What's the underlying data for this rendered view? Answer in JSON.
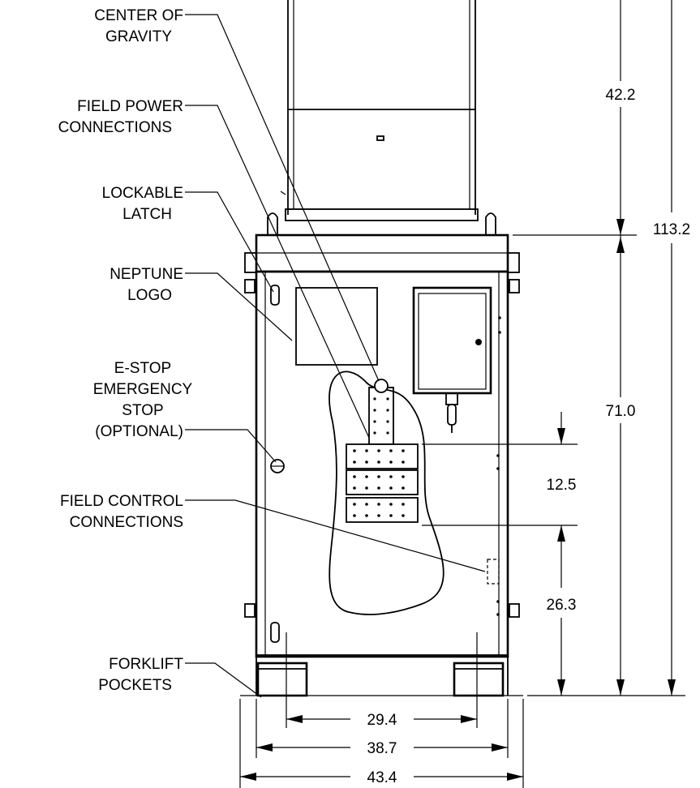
{
  "callouts": {
    "center_of_gravity": [
      "CENTER OF",
      "GRAVITY"
    ],
    "field_power": [
      "FIELD POWER",
      "CONNECTIONS"
    ],
    "lockable_latch": [
      "LOCKABLE",
      "LATCH"
    ],
    "neptune_logo": [
      "NEPTUNE",
      "LOGO"
    ],
    "estop": [
      "E-STOP",
      "EMERGENCY",
      "STOP",
      "(OPTIONAL)"
    ],
    "field_control": [
      "FIELD CONTROL",
      "CONNECTIONS"
    ],
    "forklift": [
      "FORKLIFT",
      "POCKETS"
    ]
  },
  "dimensions": {
    "top_height": "42.2",
    "overall_height": "113.2",
    "cabinet_height": "71.0",
    "connection_span": "12.5",
    "lower_height": "26.3",
    "pocket_spacing": "29.4",
    "cabinet_width": "38.7",
    "overall_width": "43.4"
  },
  "colors": {
    "line": "#000000",
    "background": "#ffffff"
  }
}
